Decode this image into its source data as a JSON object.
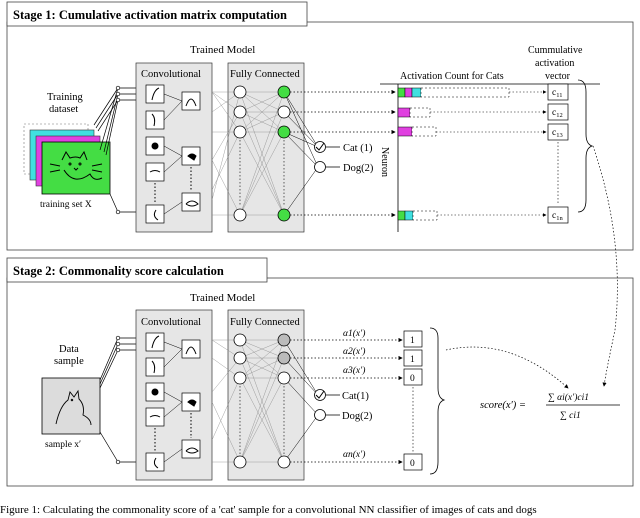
{
  "stage1": {
    "title": "Stage 1: Cumulative activation matrix computation",
    "model_title": "Trained Model",
    "conv_label": "Convolutional",
    "fc_label": "Fully Connected",
    "input_label_1": "Training",
    "input_label_2": "dataset",
    "input_caption": "training set X",
    "out1": "Cat (1)",
    "out2": "Dog(2)",
    "activation_title": "Activation Count for Cats",
    "neuron_label": "Neuron",
    "vector_title": [
      "Cummulative",
      "activation",
      "vector"
    ],
    "vector_cells": [
      "c",
      "c",
      "c",
      "c"
    ],
    "vector_subs": [
      "11",
      "12",
      "13",
      "1n"
    ]
  },
  "stage2": {
    "title": "Stage 2: Commonality score calculation",
    "model_title": "Trained Model",
    "conv_label": "Convolutional",
    "fc_label": "Fully Connected",
    "input_label_1": "Data",
    "input_label_2": "sample",
    "input_caption": "sample x′",
    "out1": "Cat(1)",
    "out2": "Dog(2)",
    "alpha_labels": [
      "α1(x′)",
      "α2(x′)",
      "α3(x′)",
      "αn(x′)"
    ],
    "alpha_values": [
      "1",
      "1",
      "0",
      "0"
    ]
  },
  "formula": {
    "lhs": "score(x′) =",
    "numerator": "∑ αi(x′)ci1",
    "denominator": "∑ ci1"
  },
  "caption": "Figure 1: Calculating the commonality score of a 'cat' sample for a convolutional NN classifier of images of cats and dogs",
  "colors": {
    "green": "#44dd44",
    "magenta": "#e040e0",
    "cyan": "#40e0e0",
    "panel_gray": "#e6e6e6",
    "node_gray": "#bbbbbb"
  }
}
